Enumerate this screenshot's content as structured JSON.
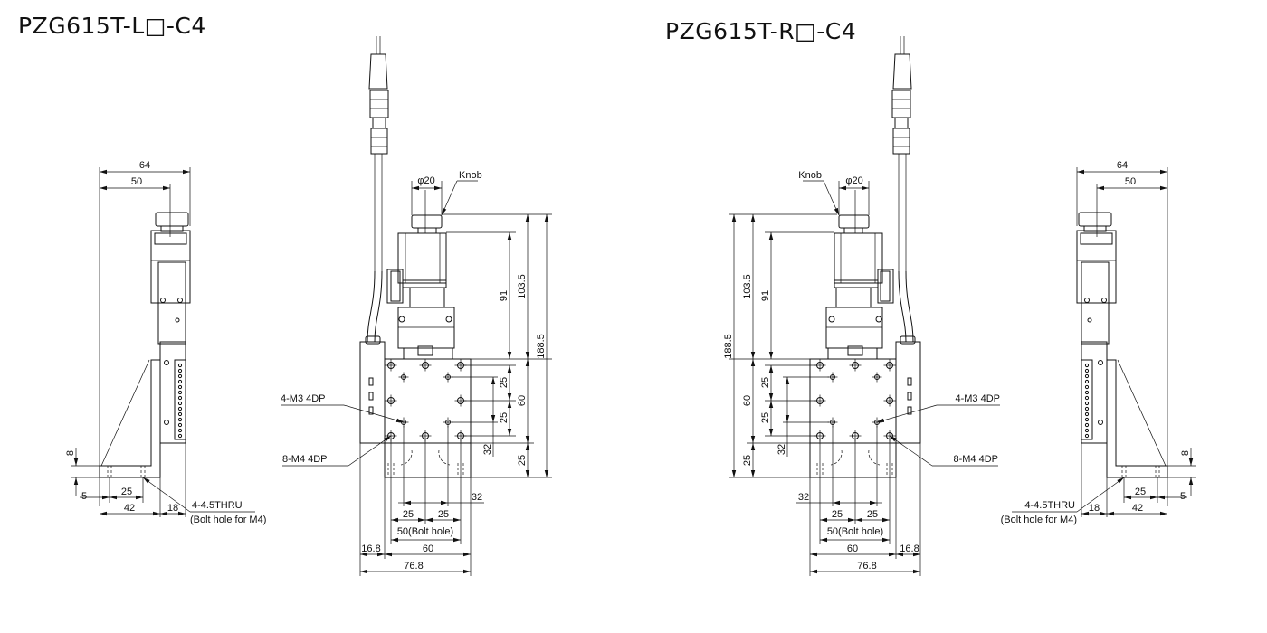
{
  "titles": {
    "left": "PZG615T-L□-C4",
    "right": "PZG615T-R□-C4"
  },
  "side_view": {
    "width_total": "64",
    "knob_offset": "50",
    "base_thickness": "8",
    "edge_to_hole": "5",
    "hole_pitch": "25",
    "base_length": "42",
    "plate_width": "18",
    "hole_spec": "4-4.5THRU",
    "hole_note": "(Bolt hole for M4)"
  },
  "front_view": {
    "knob_label": "Knob",
    "knob_diameter": "φ20",
    "motor_height": "91",
    "knob_height": "103.5",
    "total_height": "188.5",
    "pitch_a": "25",
    "pitch_b": "25",
    "stage_height": "60",
    "base_height": "25",
    "m3_pitch_v": "32",
    "m3_spec": "4-M3 4DP",
    "m4_spec": "8-M4 4DP",
    "m3_pitch_h": "32",
    "pitch_c": "25",
    "pitch_d": "25",
    "bolt_hole": "50(Bolt hole)",
    "side_plate": "16.8",
    "stage_width": "60",
    "total_width": "76.8"
  }
}
